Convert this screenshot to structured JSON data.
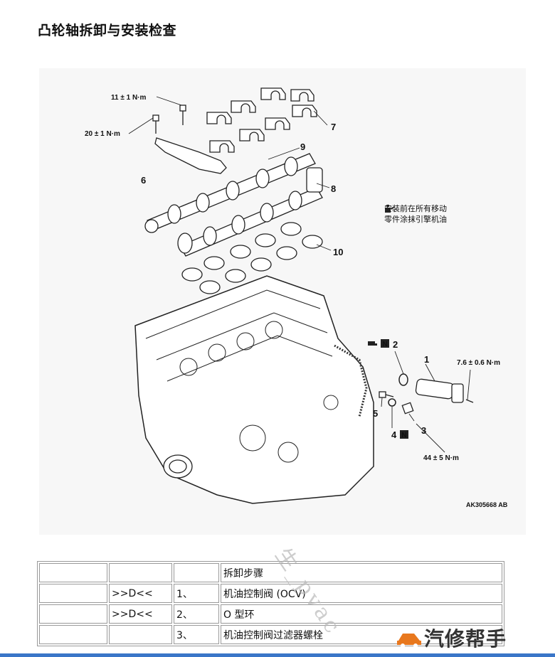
{
  "page": {
    "title": "凸轮轴拆卸与安装检查"
  },
  "figure": {
    "torques": {
      "t11": "11 ± 1 N·m",
      "t20": "20 ± 1 N·m",
      "t76": "7.6 ± 0.6 N·m",
      "t44": "44 ± 5 N·m"
    },
    "callouts": {
      "n1": "1",
      "n2": "2",
      "n3": "3",
      "n4": "4",
      "n5": "5",
      "n6": "6",
      "n7": "7",
      "n8": "8",
      "n9": "9",
      "n10": "10",
      "mark_n": "N"
    },
    "note": {
      "line1": "安装前在所有移动",
      "line2": "零件涂抹引擎机油"
    },
    "code": "AK305668 AB"
  },
  "steps_table": {
    "header": "拆卸步骤",
    "rows": [
      {
        "mark": ">>D<<",
        "no": "1、",
        "name": "机油控制阀 (OCV)"
      },
      {
        "mark": ">>D<<",
        "no": "2、",
        "name": "O 型环"
      },
      {
        "mark": "",
        "no": "3、",
        "name": "机油控制阀过滤器螺栓"
      }
    ]
  },
  "watermark": {
    "text": "生_pvac"
  },
  "brand": {
    "name": "汽修帮手"
  },
  "colors": {
    "accent": "#3a76c8",
    "brand_logo": "#e8781e"
  }
}
